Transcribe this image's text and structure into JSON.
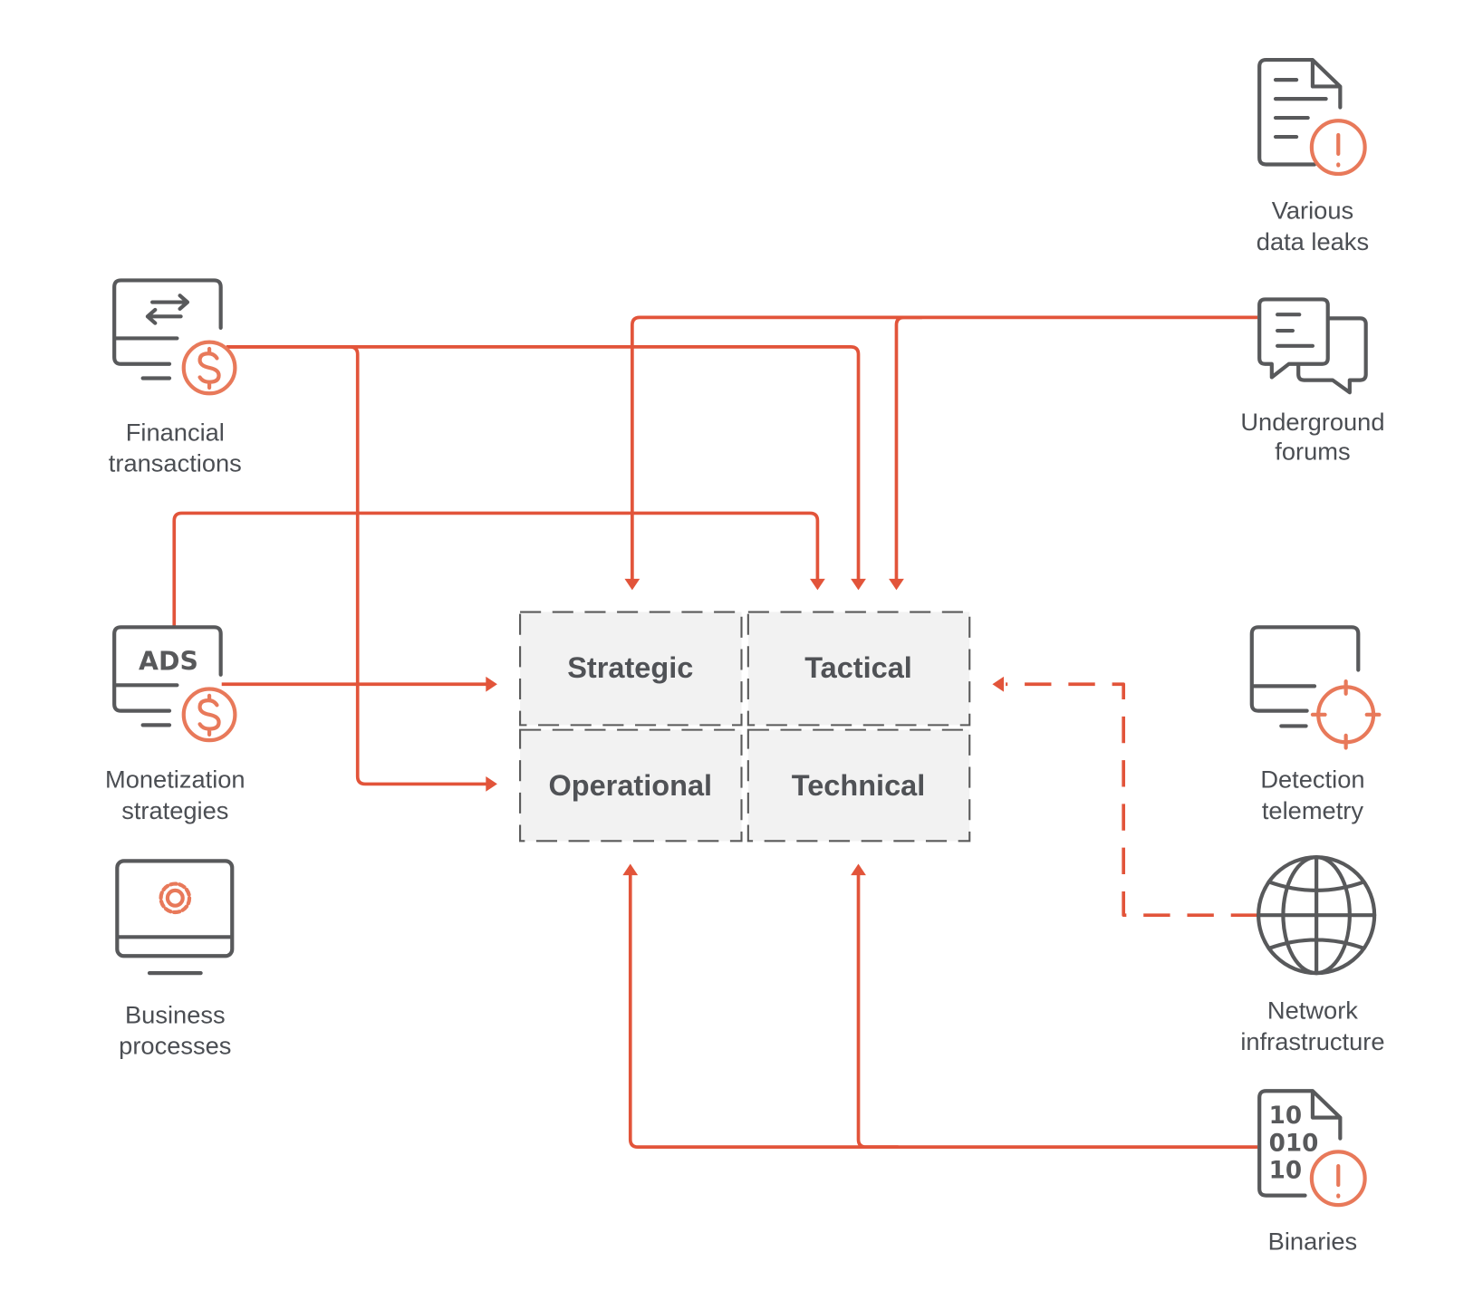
{
  "colors": {
    "connector": "#e2543a",
    "icon_gray": "#58595b",
    "icon_accent": "#e8795a",
    "cell_fill": "#f2f2f2"
  },
  "center": {
    "cells": [
      "Strategic",
      "Tactical",
      "Operational",
      "Technical"
    ]
  },
  "sources": {
    "financial": {
      "icon": "monitor-dollar-transfer-icon",
      "lines": [
        "Financial",
        "transactions"
      ]
    },
    "monetization": {
      "icon": "monitor-ads-dollar-icon",
      "ads_text": "ADS",
      "lines": [
        "Monetization",
        "strategies"
      ]
    },
    "business": {
      "icon": "monitor-gear-icon",
      "lines": [
        "Business",
        "processes"
      ]
    },
    "leaks": {
      "icon": "document-alert-icon",
      "lines": [
        "Various",
        "data leaks"
      ]
    },
    "forums": {
      "icon": "chat-bubbles-icon",
      "lines": [
        "Underground",
        "forums"
      ]
    },
    "telemetry": {
      "icon": "monitor-crosshair-icon",
      "lines": [
        "Detection",
        "telemetry"
      ]
    },
    "network": {
      "icon": "globe-icon",
      "lines": [
        "Network",
        "infrastructure"
      ]
    },
    "binaries": {
      "icon": "binary-file-alert-icon",
      "binary_text": [
        "10",
        "010",
        "10"
      ],
      "lines": [
        "Binaries"
      ]
    }
  }
}
